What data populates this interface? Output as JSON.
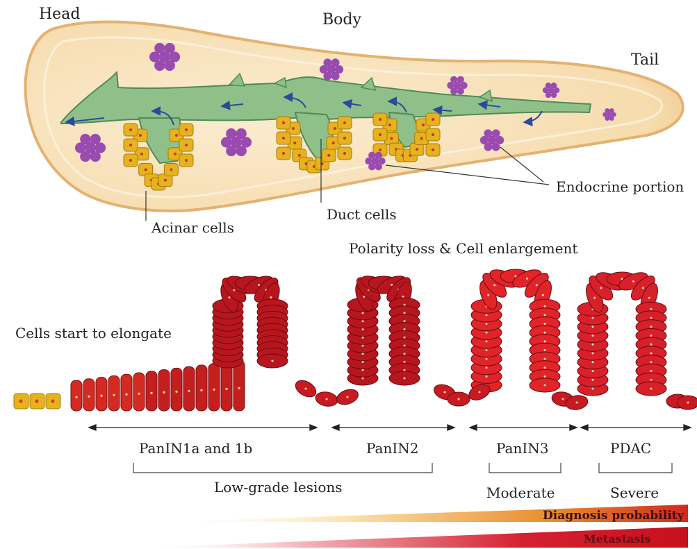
{
  "organ_labels": {
    "head": "Head",
    "body": "Body",
    "tail": "Tail"
  },
  "cell_labels": {
    "acinar": "Acinar cells",
    "duct": "Duct cells",
    "endocrine": "Endocrine portion"
  },
  "progression_labels": {
    "elongate": "Cells start to elongate",
    "polarity": "Polarity loss & Cell enlargement"
  },
  "stages": [
    {
      "name": "PanIN1a and 1b"
    },
    {
      "name": "PanIN2"
    },
    {
      "name": "PanIN3"
    },
    {
      "name": "PDAC"
    }
  ],
  "grades": {
    "low": "Low-grade lesions",
    "moderate": "Moderate",
    "severe": "Severe"
  },
  "bars": {
    "diagnosis": "Diagnosis probability",
    "metastasis": "Metastasis"
  },
  "colors": {
    "pancreas_fill": "#f8e2b8",
    "pancreas_rim": "#f2c88a",
    "duct": "#8fc08a",
    "duct_edge": "#4f8a55",
    "acinar": "#e6b21e",
    "endocrine": "#9a4bb0",
    "flow_arrow": "#2a4b9a",
    "lesion_light": "#e43a2a",
    "lesion_dark": "#b0151c",
    "diagnosis_bar": "#d2281e",
    "metastasis_bar": "#c8101e"
  }
}
